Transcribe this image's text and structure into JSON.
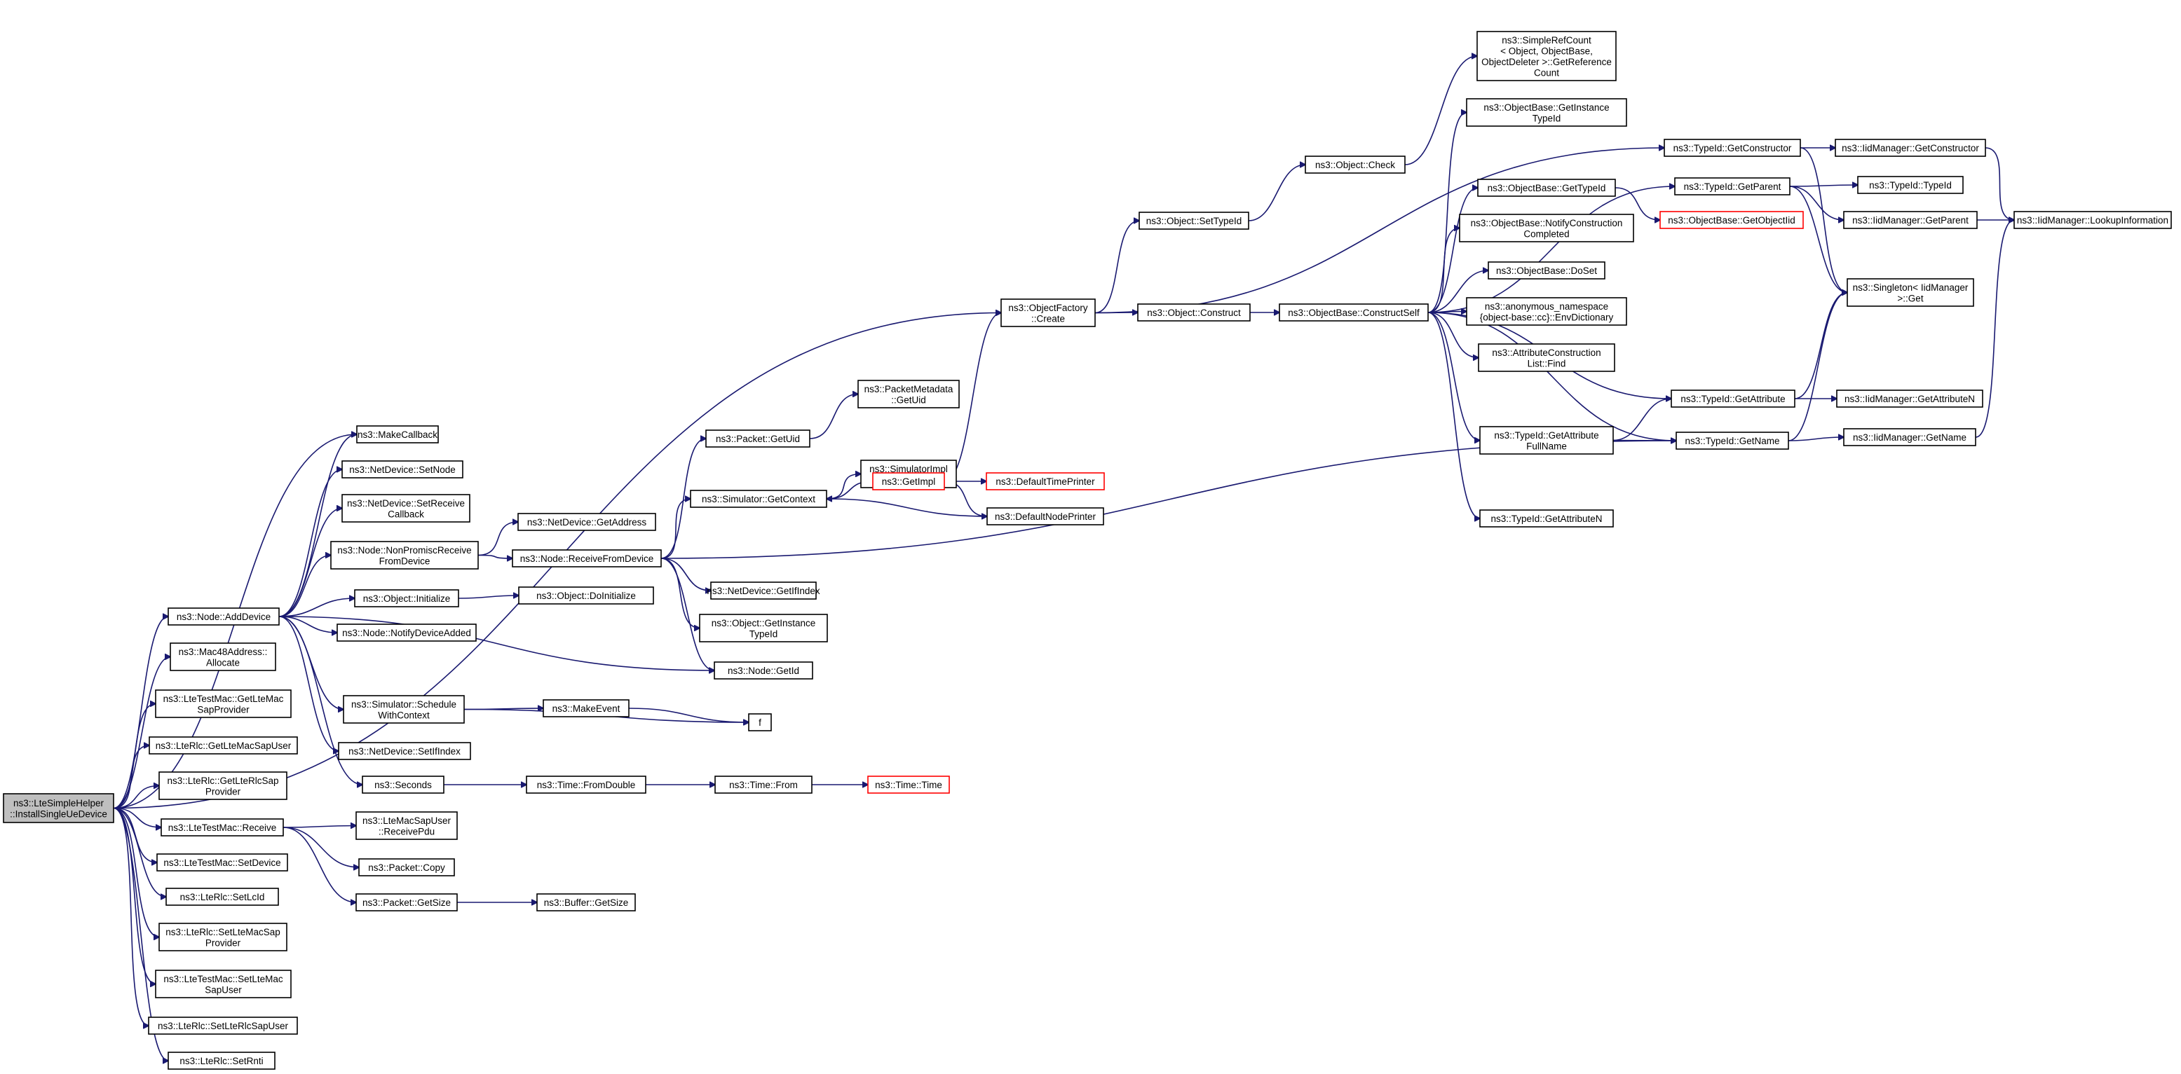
{
  "title": "ns3::LteSimpleHelper::InstallSingleUeDevice call graph",
  "colors": {
    "edge": "#191970",
    "root_fill": "#bfbfbf",
    "box_stroke": "#000000",
    "truncated_stroke": "#ff0000"
  },
  "nodes": {
    "root": {
      "lines": [
        "ns3::LteSimpleHelper",
        "::InstallSingleUeDevice"
      ],
      "type": "root"
    },
    "objfactory": {
      "lines": [
        "ns3::ObjectFactory",
        "::Create"
      ]
    },
    "makecb": {
      "lines": [
        "ns3::MakeCallback"
      ]
    },
    "nd_setnode": {
      "lines": [
        "ns3::NetDevice::SetNode"
      ]
    },
    "nd_setrecv": {
      "lines": [
        "ns3::NetDevice::SetReceive",
        "Callback"
      ]
    },
    "node_npr": {
      "lines": [
        "ns3::Node::NonPromiscReceive",
        "FromDevice"
      ]
    },
    "obj_init": {
      "lines": [
        "ns3::Object::Initialize"
      ]
    },
    "node_add": {
      "lines": [
        "ns3::Node::AddDevice"
      ]
    },
    "node_notify": {
      "lines": [
        "ns3::Node::NotifyDeviceAdded"
      ]
    },
    "sim_sched": {
      "lines": [
        "ns3::Simulator::Schedule",
        "WithContext"
      ]
    },
    "nd_setif": {
      "lines": [
        "ns3::NetDevice::SetIfIndex"
      ]
    },
    "seconds": {
      "lines": [
        "ns3::Seconds"
      ]
    },
    "mac48": {
      "lines": [
        "ns3::Mac48Address::",
        "Allocate"
      ]
    },
    "ltm_getsap": {
      "lines": [
        "ns3::LteTestMac::GetLteMac",
        "SapProvider"
      ]
    },
    "rlc_getuser": {
      "lines": [
        "ns3::LteRlc::GetLteMacSapUser"
      ]
    },
    "rlc_getprov": {
      "lines": [
        "ns3::LteRlc::GetLteRlcSap",
        "Provider"
      ]
    },
    "ltm_recv": {
      "lines": [
        "ns3::LteTestMac::Receive"
      ]
    },
    "ltm_setdev": {
      "lines": [
        "ns3::LteTestMac::SetDevice"
      ]
    },
    "rlc_setlc": {
      "lines": [
        "ns3::LteRlc::SetLcId"
      ]
    },
    "rlc_setprov": {
      "lines": [
        "ns3::LteRlc::SetLteMacSap",
        "Provider"
      ]
    },
    "ltm_setuser": {
      "lines": [
        "ns3::LteTestMac::SetLteMac",
        "SapUser"
      ]
    },
    "rlc_setrlcu": {
      "lines": [
        "ns3::LteRlc::SetLteRlcSapUser"
      ]
    },
    "rlc_setrnti": {
      "lines": [
        "ns3::LteRlc::SetRnti"
      ]
    },
    "pkt_getuid": {
      "lines": [
        "ns3::Packet::GetUid"
      ]
    },
    "sim_getctx": {
      "lines": [
        "ns3::Simulator::GetContext"
      ]
    },
    "nd_getaddr": {
      "lines": [
        "ns3::NetDevice::GetAddress"
      ]
    },
    "node_rfd": {
      "lines": [
        "ns3::Node::ReceiveFromDevice"
      ]
    },
    "obj_doinit": {
      "lines": [
        "ns3::Object::DoInitialize"
      ]
    },
    "makeevent": {
      "lines": [
        "ns3::MakeEvent"
      ]
    },
    "time_fd": {
      "lines": [
        "ns3::Time::FromDouble"
      ]
    },
    "lmsu_recv": {
      "lines": [
        "ns3::LteMacSapUser",
        "::ReceivePdu"
      ]
    },
    "pkt_copy": {
      "lines": [
        "ns3::Packet::Copy"
      ]
    },
    "pkt_getsize": {
      "lines": [
        "ns3::Packet::GetSize"
      ]
    },
    "pm_getuid": {
      "lines": [
        "ns3::PacketMetadata",
        "::GetUid"
      ]
    },
    "simimpl_ctx": {
      "lines": [
        "ns3::SimulatorImpl",
        "::GetContext"
      ]
    },
    "getimpl": {
      "lines": [
        "ns3::GetImpl"
      ],
      "type": "red"
    },
    "nd_getif": {
      "lines": [
        "ns3::NetDevice::GetIfIndex"
      ]
    },
    "obj_getinst": {
      "lines": [
        "ns3::Object::GetInstance",
        "TypeId"
      ]
    },
    "node_getid": {
      "lines": [
        "ns3::Node::GetId"
      ]
    },
    "f": {
      "lines": [
        "f"
      ]
    },
    "time_from": {
      "lines": [
        "ns3::Time::From"
      ]
    },
    "buf_getsize": {
      "lines": [
        "ns3::Buffer::GetSize"
      ]
    },
    "defaulttp": {
      "lines": [
        "ns3::DefaultTimePrinter"
      ],
      "type": "red"
    },
    "defaultnp": {
      "lines": [
        "ns3::DefaultNodePrinter"
      ]
    },
    "time_time": {
      "lines": [
        "ns3::Time::Time"
      ],
      "type": "red"
    },
    "obj_settid": {
      "lines": [
        "ns3::Object::SetTypeId"
      ]
    },
    "obj_construct": {
      "lines": [
        "ns3::Object::Construct"
      ]
    },
    "obj_check": {
      "lines": [
        "ns3::Object::Check"
      ]
    },
    "ob_cself": {
      "lines": [
        "ns3::ObjectBase::ConstructSelf"
      ]
    },
    "src_get": {
      "lines": [
        "ns3::SimpleRefCount",
        "< Object, ObjectBase,",
        "ObjectDeleter >::GetReference",
        "Count"
      ]
    },
    "ob_getinst": {
      "lines": [
        "ns3::ObjectBase::GetInstance",
        "TypeId"
      ]
    },
    "ob_gettid": {
      "lines": [
        "ns3::ObjectBase::GetTypeId"
      ]
    },
    "ob_notify": {
      "lines": [
        "ns3::ObjectBase::NotifyConstruction",
        "Completed"
      ]
    },
    "ob_doset": {
      "lines": [
        "ns3::ObjectBase::DoSet"
      ]
    },
    "anon_env": {
      "lines": [
        "ns3::anonymous_namespace",
        "{object-base::cc}::EnvDictionary"
      ]
    },
    "acl_find": {
      "lines": [
        "ns3::AttributeConstruction",
        "List::Find"
      ]
    },
    "tid_getafn": {
      "lines": [
        "ns3::TypeId::GetAttribute",
        "FullName"
      ]
    },
    "tid_getan": {
      "lines": [
        "ns3::TypeId::GetAttributeN"
      ]
    },
    "tid_getctor": {
      "lines": [
        "ns3::TypeId::GetConstructor"
      ]
    },
    "tid_getparent": {
      "lines": [
        "ns3::TypeId::GetParent"
      ]
    },
    "ob_getoiid": {
      "lines": [
        "ns3::ObjectBase::GetObjectIid"
      ],
      "type": "red"
    },
    "tid_getattr": {
      "lines": [
        "ns3::TypeId::GetAttribute"
      ]
    },
    "tid_getname": {
      "lines": [
        "ns3::TypeId::GetName"
      ]
    },
    "iid_getctor": {
      "lines": [
        "ns3::IidManager::GetConstructor"
      ]
    },
    "tid_typeid": {
      "lines": [
        "ns3::TypeId::TypeId"
      ]
    },
    "iid_getparent": {
      "lines": [
        "ns3::IidManager::GetParent"
      ]
    },
    "singleton": {
      "lines": [
        "ns3::Singleton< IidManager",
        ">::Get"
      ]
    },
    "iid_getattrn": {
      "lines": [
        "ns3::IidManager::GetAttributeN"
      ]
    },
    "iid_getname": {
      "lines": [
        "ns3::IidManager::GetName"
      ]
    },
    "iid_lookup": {
      "lines": [
        "ns3::IidManager::LookupInformation"
      ]
    }
  },
  "edges": [
    [
      "root",
      "objfactory"
    ],
    [
      "root",
      "makecb"
    ],
    [
      "root",
      "node_add"
    ],
    [
      "root",
      "mac48"
    ],
    [
      "root",
      "ltm_getsap"
    ],
    [
      "root",
      "rlc_getuser"
    ],
    [
      "root",
      "rlc_getprov"
    ],
    [
      "root",
      "ltm_recv"
    ],
    [
      "root",
      "ltm_setdev"
    ],
    [
      "root",
      "rlc_setlc"
    ],
    [
      "root",
      "rlc_setprov"
    ],
    [
      "root",
      "ltm_setuser"
    ],
    [
      "root",
      "rlc_setrlcu"
    ],
    [
      "root",
      "rlc_setrnti"
    ],
    [
      "node_add",
      "makecb"
    ],
    [
      "node_add",
      "nd_setnode"
    ],
    [
      "node_add",
      "nd_setrecv"
    ],
    [
      "node_add",
      "node_npr"
    ],
    [
      "node_add",
      "obj_init"
    ],
    [
      "node_add",
      "node_notify"
    ],
    [
      "node_add",
      "sim_sched"
    ],
    [
      "node_add",
      "nd_setif"
    ],
    [
      "node_add",
      "seconds"
    ],
    [
      "node_add",
      "node_getid"
    ],
    [
      "node_npr",
      "nd_getaddr"
    ],
    [
      "node_npr",
      "node_rfd"
    ],
    [
      "obj_init",
      "obj_doinit"
    ],
    [
      "node_rfd",
      "pkt_getuid"
    ],
    [
      "node_rfd",
      "sim_getctx"
    ],
    [
      "node_rfd",
      "nd_getif"
    ],
    [
      "node_rfd",
      "obj_getinst"
    ],
    [
      "node_rfd",
      "node_getid"
    ],
    [
      "node_rfd",
      "tid_getname"
    ],
    [
      "pkt_getuid",
      "pm_getuid"
    ],
    [
      "sim_getctx",
      "simimpl_ctx"
    ],
    [
      "sim_getctx",
      "getimpl"
    ],
    [
      "getimpl",
      "objfactory"
    ],
    [
      "getimpl",
      "defaulttp"
    ],
    [
      "getimpl",
      "defaultnp"
    ],
    [
      "defaultnp",
      "sim_getctx"
    ],
    [
      "sim_sched",
      "makeevent"
    ],
    [
      "sim_sched",
      "f"
    ],
    [
      "makeevent",
      "f"
    ],
    [
      "seconds",
      "time_fd"
    ],
    [
      "time_fd",
      "time_from"
    ],
    [
      "time_from",
      "time_time"
    ],
    [
      "ltm_recv",
      "lmsu_recv"
    ],
    [
      "ltm_recv",
      "pkt_copy"
    ],
    [
      "ltm_recv",
      "pkt_getsize"
    ],
    [
      "pkt_getsize",
      "buf_getsize"
    ],
    [
      "objfactory",
      "obj_settid"
    ],
    [
      "objfactory",
      "obj_construct"
    ],
    [
      "objfactory",
      "tid_getctor"
    ],
    [
      "obj_settid",
      "obj_check"
    ],
    [
      "obj_check",
      "src_get"
    ],
    [
      "obj_construct",
      "ob_cself"
    ],
    [
      "ob_cself",
      "ob_getinst"
    ],
    [
      "ob_cself",
      "ob_gettid"
    ],
    [
      "ob_cself",
      "ob_notify"
    ],
    [
      "ob_cself",
      "ob_doset"
    ],
    [
      "ob_cself",
      "anon_env"
    ],
    [
      "ob_cself",
      "acl_find"
    ],
    [
      "ob_cself",
      "tid_getafn"
    ],
    [
      "ob_cself",
      "tid_getan"
    ],
    [
      "ob_cself",
      "tid_getparent"
    ],
    [
      "ob_cself",
      "tid_getattr"
    ],
    [
      "ob_cself",
      "tid_getname"
    ],
    [
      "ob_gettid",
      "ob_getoiid"
    ],
    [
      "tid_getafn",
      "tid_getattr"
    ],
    [
      "tid_getafn",
      "tid_getname"
    ],
    [
      "tid_getctor",
      "iid_getctor"
    ],
    [
      "tid_getctor",
      "singleton"
    ],
    [
      "tid_getparent",
      "tid_typeid"
    ],
    [
      "tid_getparent",
      "iid_getparent"
    ],
    [
      "tid_getparent",
      "singleton"
    ],
    [
      "tid_getattr",
      "iid_getattrn"
    ],
    [
      "tid_getattr",
      "singleton"
    ],
    [
      "tid_getname",
      "iid_getname"
    ],
    [
      "tid_getname",
      "singleton"
    ],
    [
      "iid_getctor",
      "iid_lookup"
    ],
    [
      "iid_getparent",
      "iid_lookup"
    ],
    [
      "iid_getname",
      "iid_lookup"
    ]
  ]
}
